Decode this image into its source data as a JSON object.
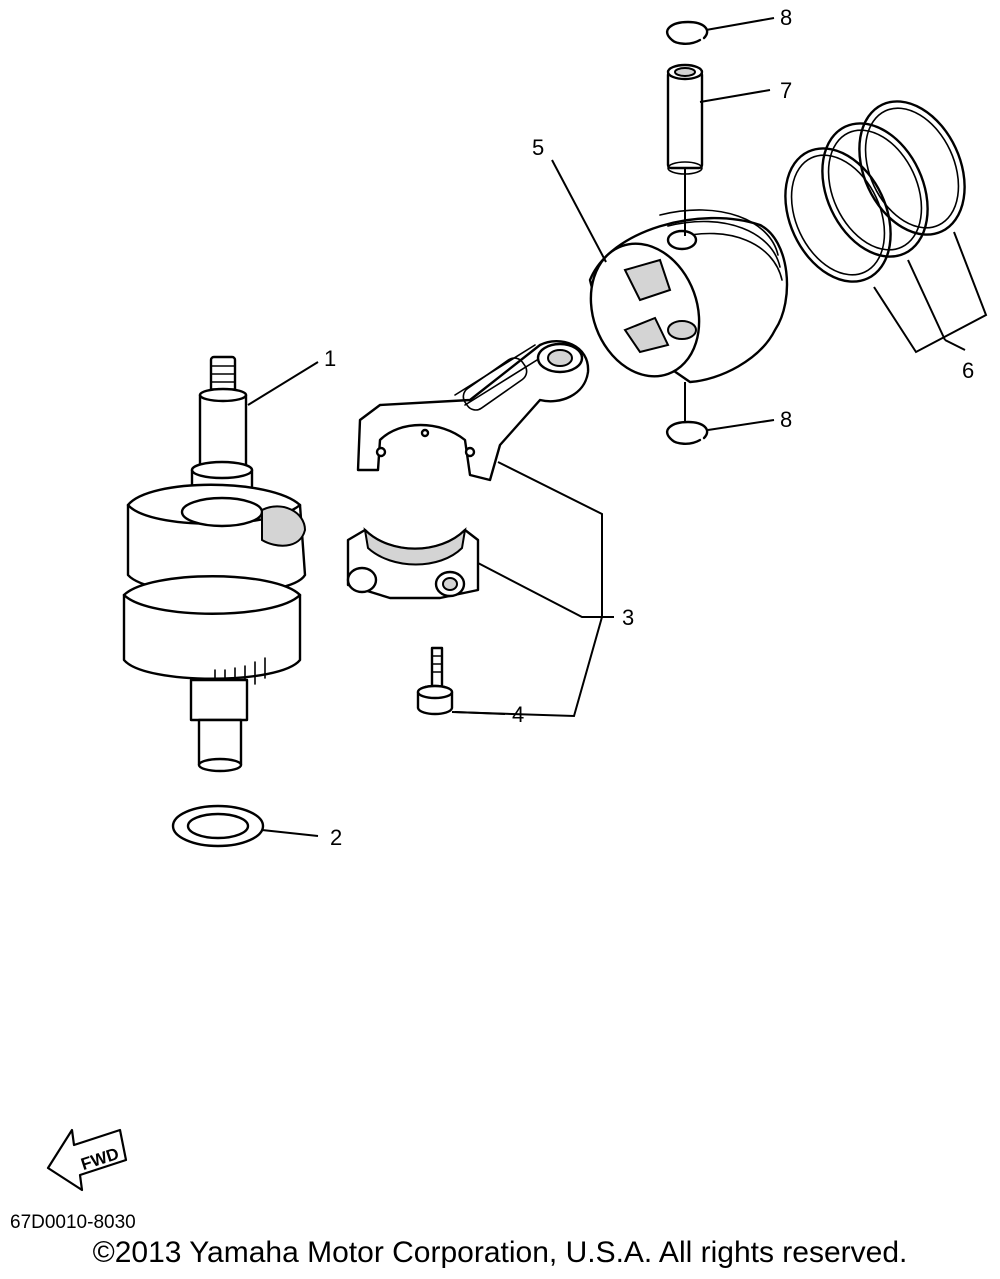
{
  "callouts": [
    "1",
    "2",
    "3",
    "4",
    "5",
    "6",
    "7",
    "8",
    "8"
  ],
  "fwd_label": "FWD",
  "reference_code": "67D0010-8030",
  "copyright": "©2013 Yamaha Motor Corporation, U.S.A. All rights reserved."
}
